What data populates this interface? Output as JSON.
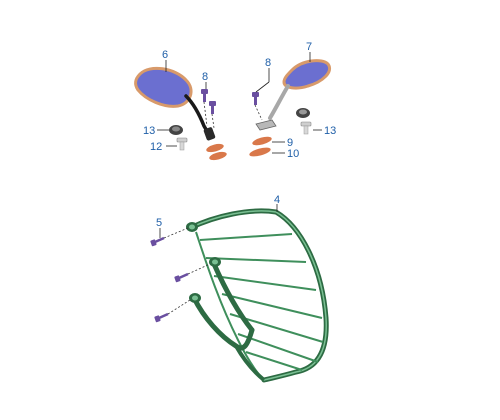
{
  "callouts": {
    "c6": "6",
    "c7": "7",
    "c8a": "8",
    "c8b": "8",
    "c13a": "13",
    "c13b": "13",
    "c12": "12",
    "c9": "9",
    "c10": "10",
    "c4": "4",
    "c5": "5"
  },
  "colors": {
    "callout_text": "#1f5fa8",
    "mirror_glass": "#6b6fd0",
    "mirror_rim": "#d89a6a",
    "stem_dark": "#1a1a1a",
    "stem_chrome": "#a8a8a8",
    "bolt_purple": "#6a4fa0",
    "washer_orange": "#d9784a",
    "rack_green": "#3f8f5c",
    "rack_green_dark": "#2d6b43",
    "rack_green_light": "#7ac093"
  }
}
